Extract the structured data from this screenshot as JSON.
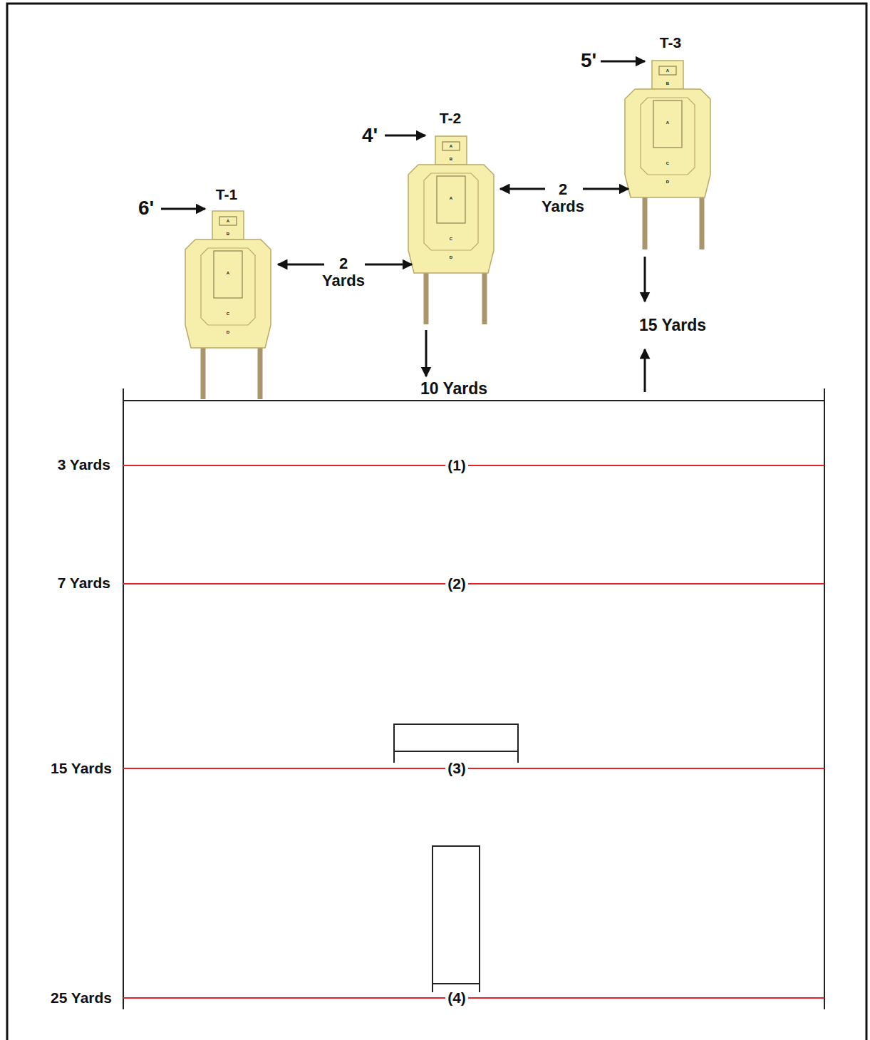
{
  "diagram": {
    "labels": [
      "6'",
      "T-1",
      "4'",
      "T-2",
      "5'",
      "T-3",
      "2 Yards",
      "2 Yards",
      "10 Yards",
      "15 Yards",
      "3 Yards",
      "(1)",
      "7 Yards",
      "(2)",
      "15 Yards",
      "(3)",
      "25 Yards",
      "(4)",
      "A",
      "B",
      "A",
      "C",
      "D",
      "A",
      "B",
      "A",
      "C",
      "D",
      "A",
      "B",
      "A",
      "C",
      "D"
    ]
  }
}
